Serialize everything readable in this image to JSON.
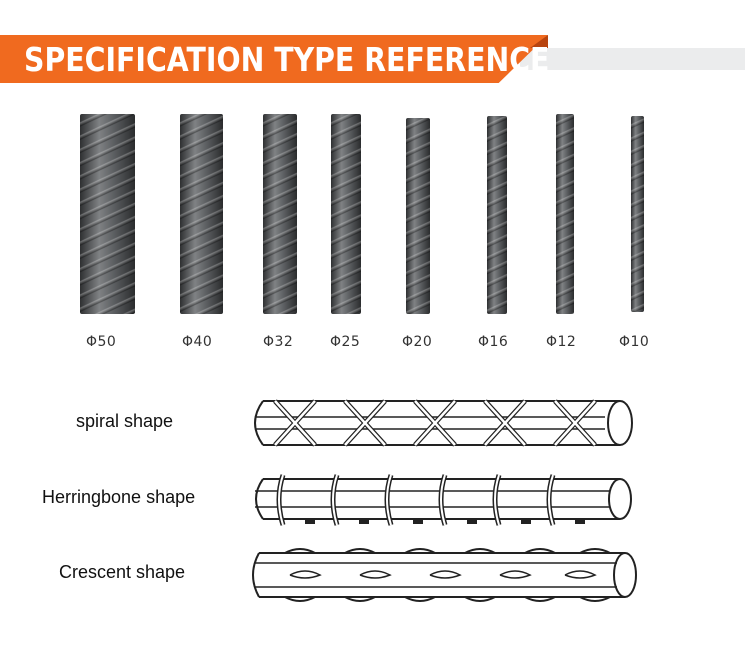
{
  "banner": {
    "title": "SPECIFICATION TYPE REFERENCE"
  },
  "diameters": [
    "Φ50",
    "Φ40",
    "Φ32",
    "Φ25",
    "Φ20",
    "Φ16",
    "Φ12",
    "Φ10"
  ],
  "shapes": {
    "spiral": "spiral shape",
    "herringbone": "Herringbone shape",
    "crescent": "Crescent shape"
  },
  "colors": {
    "accent": "#f06a1f",
    "accent_dark": "#b8440f",
    "banner_bg": "#ebeced"
  }
}
